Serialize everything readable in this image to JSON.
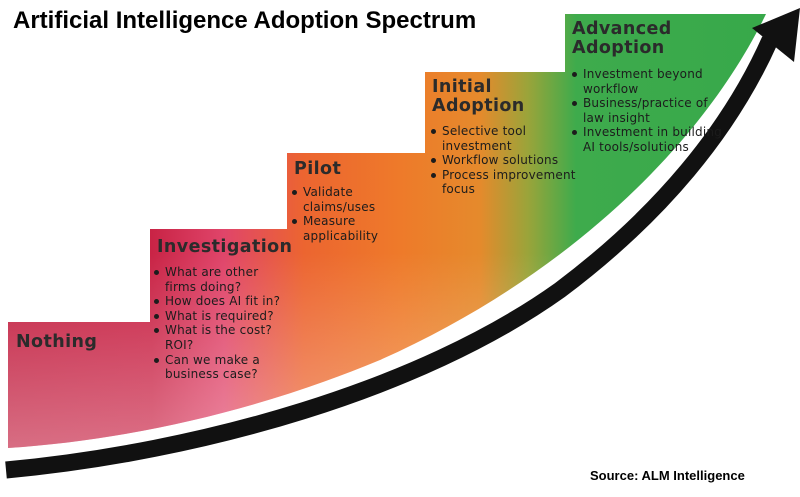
{
  "title": "Artificial Intelligence Adoption Spectrum",
  "source": "Source: ALM Intelligence",
  "stages": [
    {
      "name": "Nothing",
      "bullets": []
    },
    {
      "name": "Investigation",
      "bullets": [
        "What are other firms doing?",
        "How does AI fit in?",
        "What is required?",
        "What is the cost? ROI?",
        "Can we make a business case?"
      ]
    },
    {
      "name": "Pilot",
      "bullets": [
        "Validate claims/uses",
        "Measure applicability"
      ]
    },
    {
      "name": "Initial Adoption",
      "bullets": [
        "Selective tool investment",
        "Workflow solutions",
        "Process improvement focus"
      ]
    },
    {
      "name": "Advanced Adoption",
      "bullets": [
        "Investment beyond workflow",
        "Business/practice of law insight",
        "Investment in building AI tools/solutions"
      ]
    }
  ],
  "colors": {
    "nothing": "#c41f3e",
    "investigation": "#d9305a",
    "pilot": "#ec6a2a",
    "initial": "#ea8a28",
    "advanced": "#3aa84a",
    "arrow": "#111111"
  }
}
